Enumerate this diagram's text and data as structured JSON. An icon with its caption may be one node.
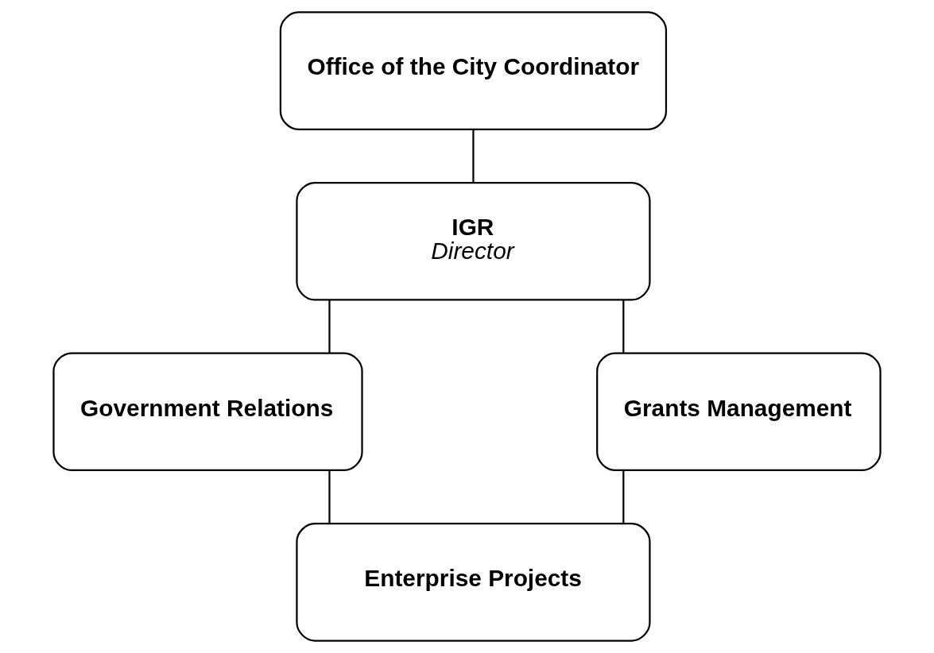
{
  "diagram": {
    "nodes": [
      {
        "text": [
          "Office of the City Coordinator"
        ]
      },
      {
        "text": [
          "IGR",
          "Director"
        ]
      },
      {
        "text": [
          "Government Relations"
        ]
      },
      {
        "text": [
          "Grants Management"
        ]
      },
      {
        "text": [
          "Enterprise Projects"
        ]
      }
    ],
    "edges": [
      {
        "from": 0,
        "to": 1,
        "arrow": "none"
      },
      {
        "from": 1,
        "to": 2,
        "arrow": "none"
      },
      {
        "from": 1,
        "to": 3,
        "arrow": "none"
      },
      {
        "from": 2,
        "to": 4,
        "arrow": "none"
      },
      {
        "from": 3,
        "to": 4,
        "arrow": "none"
      }
    ]
  }
}
